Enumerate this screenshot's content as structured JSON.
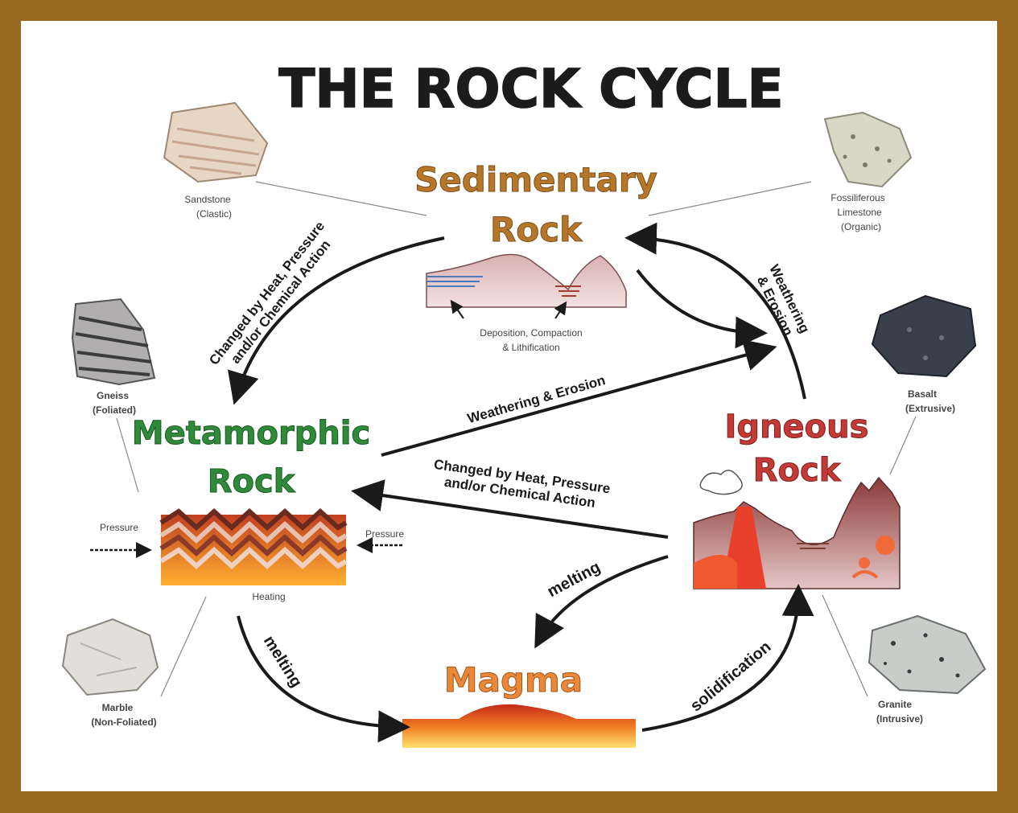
{
  "title": "THE ROCK CYCLE",
  "colors": {
    "frame": "#9a6a22",
    "sedimentary": "#b7772a",
    "metamorphic": "#2f8a3a",
    "igneous": "#c43a36",
    "magma": "#e8883a",
    "arrow": "#1a1a1a"
  },
  "nodes": {
    "sedimentary": {
      "line1": "Sedimentary",
      "line2": "Rock"
    },
    "metamorphic": {
      "line1": "Metamorphic",
      "line2": "Rock"
    },
    "igneous": {
      "line1": "Igneous",
      "line2": "Rock"
    },
    "magma": {
      "label": "Magma"
    }
  },
  "processes": {
    "sed_to_meta": {
      "line1": "Changed by Heat, Pressure",
      "line2": "and/or Chemical Action"
    },
    "ign_to_sed": {
      "line1": "Weathering",
      "line2": "& Erosion"
    },
    "meta_to_sed": {
      "label": "Weathering & Erosion"
    },
    "ign_to_meta": {
      "line1": "Changed by Heat, Pressure",
      "line2": "and/or Chemical Action"
    },
    "ign_to_magma": {
      "label": "melting"
    },
    "meta_to_magma": {
      "label": "melting"
    },
    "magma_to_ign": {
      "label": "solidification"
    }
  },
  "sub_labels": {
    "deposition": {
      "line1": "Deposition, Compaction",
      "line2": "& Lithification"
    },
    "pressure_left": "Pressure",
    "pressure_right": "Pressure",
    "heating": "Heating"
  },
  "samples": {
    "sandstone": {
      "name": "Sandstone",
      "type": "(Clastic)"
    },
    "limestone": {
      "name": "Fossiliferous",
      "name2": "Limestone",
      "type": "(Organic)"
    },
    "gneiss": {
      "name": "Gneiss",
      "type": "(Foliated)"
    },
    "marble": {
      "name": "Marble",
      "type": "(Non-Foliated)"
    },
    "basalt": {
      "name": "Basalt",
      "type": "(Extrusive)"
    },
    "granite": {
      "name": "Granite",
      "type": "(Intrusive)"
    }
  }
}
